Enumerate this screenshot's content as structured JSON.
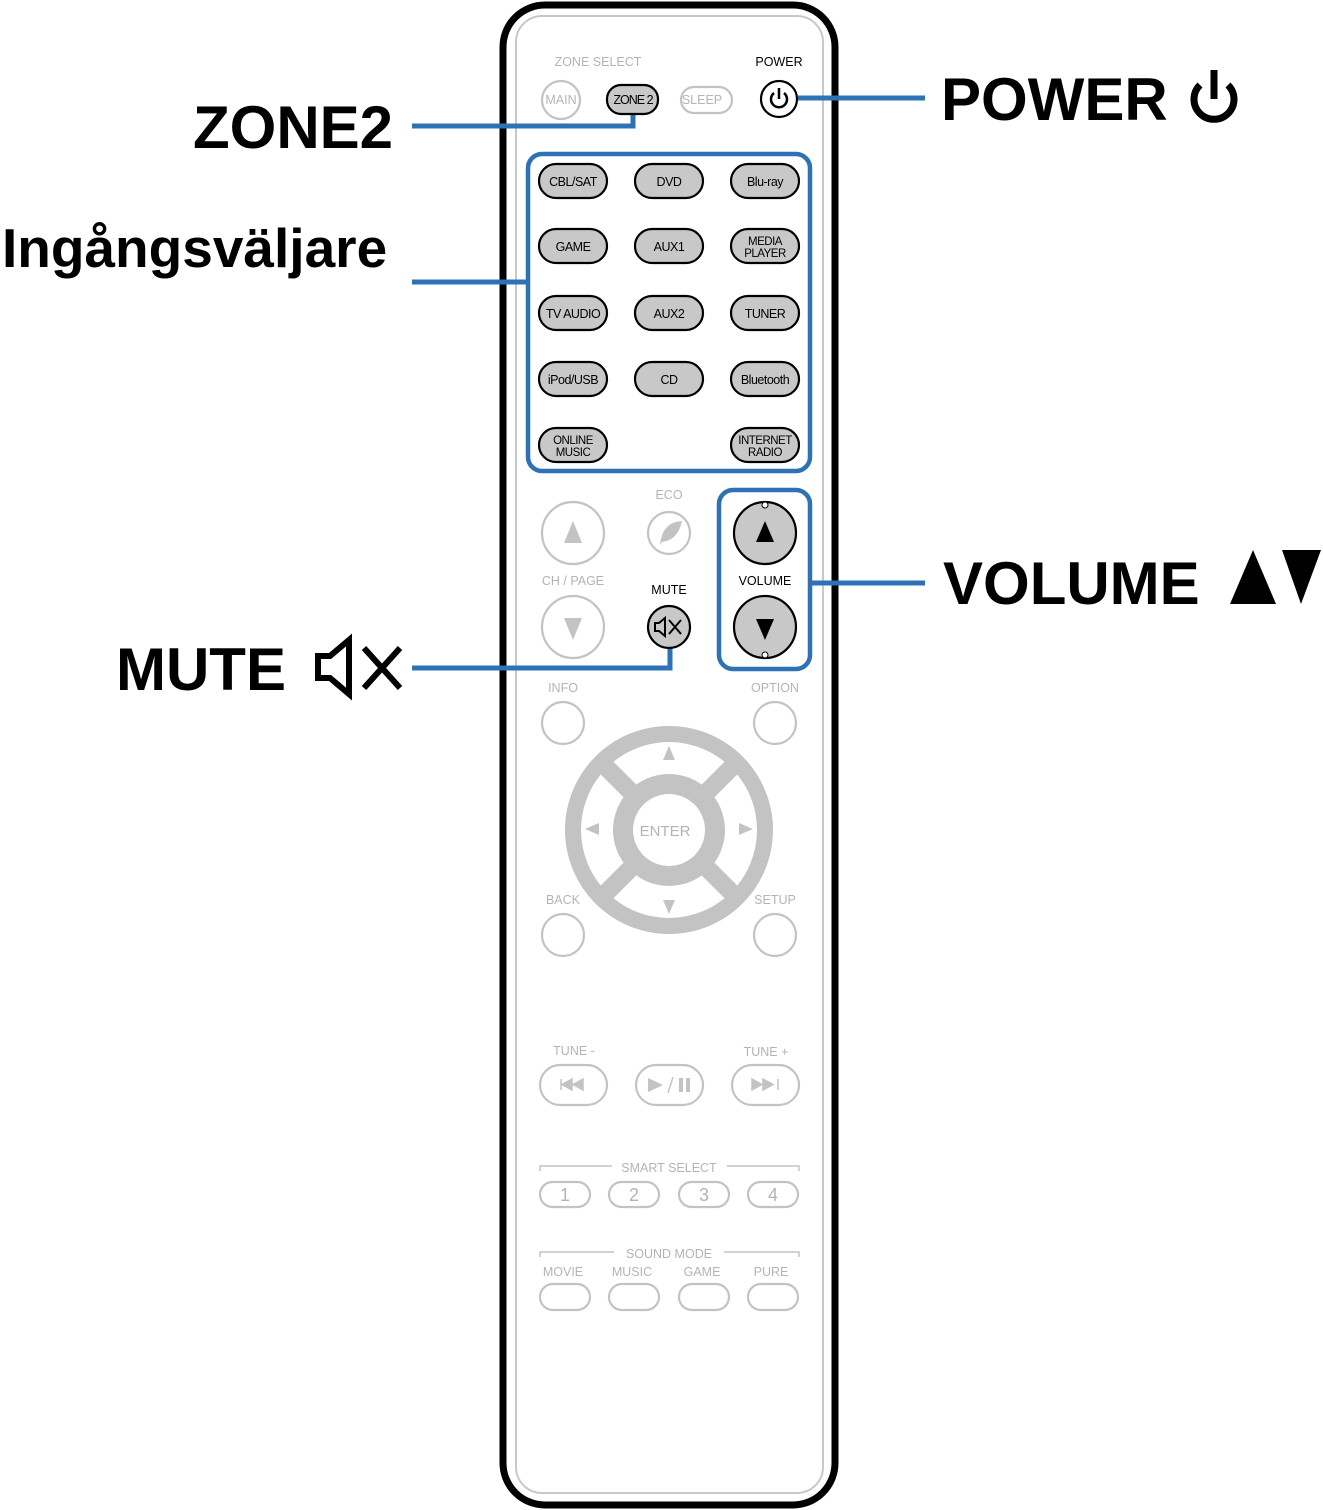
{
  "callouts": {
    "zone2": "ZONE2",
    "input_selector": "Ingångsväljare",
    "power": "POWER",
    "volume": "VOLUME",
    "mute": "MUTE"
  },
  "remote": {
    "zone_select_label": "ZONE SELECT",
    "main": "MAIN",
    "zone2": "ZONE 2",
    "sleep": "SLEEP",
    "power_label": "POWER",
    "inputs": [
      "CBL/SAT",
      "DVD",
      "Blu-ray",
      "GAME",
      "AUX1",
      "MEDIA",
      "PLAYER",
      "TV AUDIO",
      "AUX2",
      "TUNER",
      "iPod/USB",
      "CD",
      "Bluetooth",
      "ONLINE",
      "MUSIC",
      "INTERNET",
      "RADIO"
    ],
    "eco": "ECO",
    "ch_page": "CH / PAGE",
    "mute_label": "MUTE",
    "volume_label": "VOLUME",
    "info": "INFO",
    "option": "OPTION",
    "enter": "ENTER",
    "back": "BACK",
    "setup": "SETUP",
    "tune_minus": "TUNE -",
    "tune_plus": "TUNE +",
    "smart_select": "SMART SELECT",
    "smart_numbers": [
      "1",
      "2",
      "3",
      "4"
    ],
    "sound_mode": "SOUND MODE",
    "sound_modes": [
      "MOVIE",
      "MUSIC",
      "GAME",
      "PURE"
    ]
  },
  "colors": {
    "accent": "#2e72b5",
    "button": "#c8c8c8",
    "inactive": "#c3c3c3"
  }
}
